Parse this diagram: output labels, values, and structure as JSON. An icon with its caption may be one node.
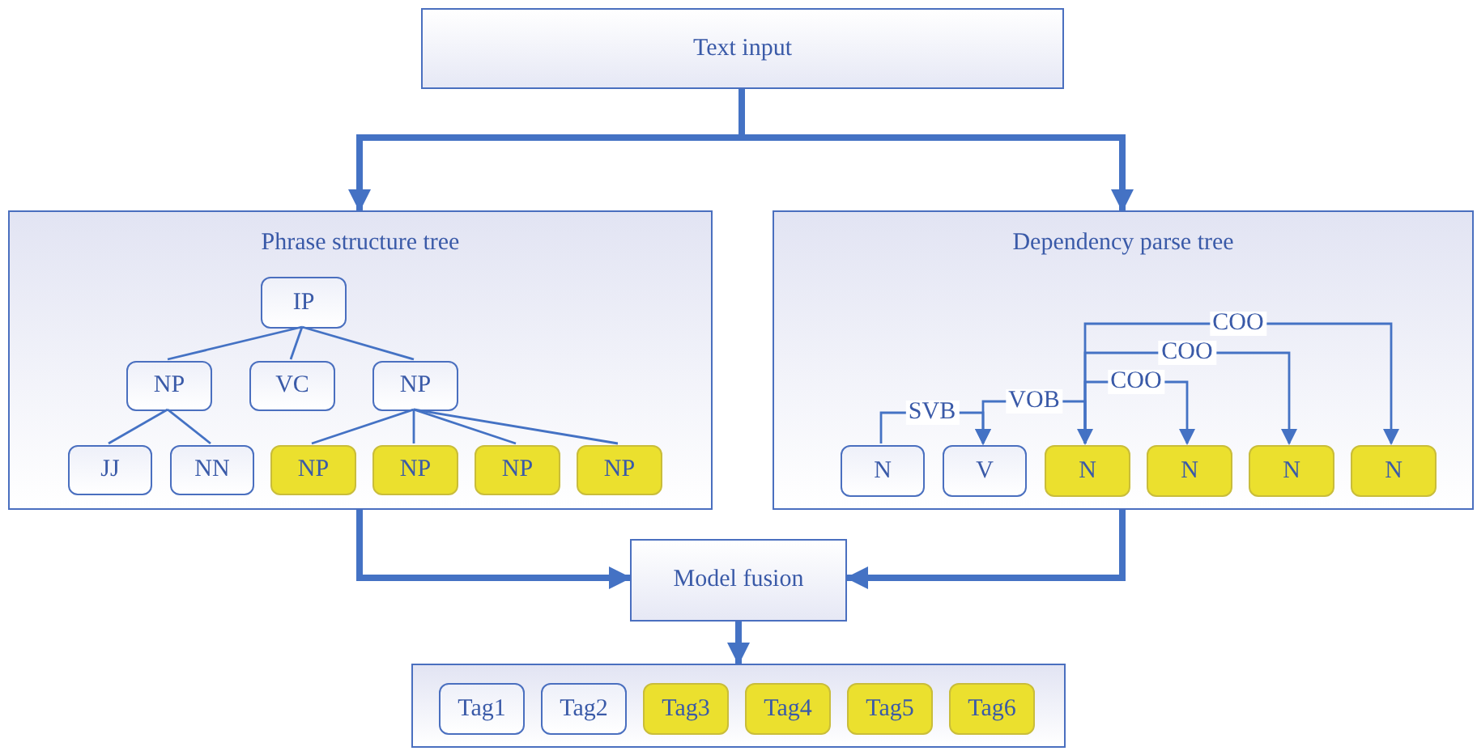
{
  "diagram": {
    "nodes": [
      {
        "text": [
          "Text input"
        ]
      },
      {
        "text": [
          "Phrase structure tree"
        ]
      },
      {
        "text": [
          "IP"
        ],
        "in": 1
      },
      {
        "text": [
          "NP"
        ],
        "in": 1
      },
      {
        "text": [
          "VC"
        ],
        "in": 1
      },
      {
        "text": [
          "NP"
        ],
        "in": 1
      },
      {
        "text": [
          "JJ"
        ],
        "in": 1
      },
      {
        "text": [
          "NN"
        ],
        "in": 1
      },
      {
        "text": [
          "NP"
        ],
        "in": 1
      },
      {
        "text": [
          "NP"
        ],
        "in": 1
      },
      {
        "text": [
          "NP"
        ],
        "in": 1
      },
      {
        "text": [
          "NP"
        ],
        "in": 1
      },
      {
        "text": [
          "Dependency parse tree"
        ]
      },
      {
        "text": [
          "N"
        ],
        "in": 12
      },
      {
        "text": [
          "V"
        ],
        "in": 12
      },
      {
        "text": [
          "N"
        ],
        "in": 12
      },
      {
        "text": [
          "N"
        ],
        "in": 12
      },
      {
        "text": [
          "N"
        ],
        "in": 12
      },
      {
        "text": [
          "N"
        ],
        "in": 12
      },
      {
        "text": [
          "Model fusion"
        ]
      },
      {
        "text": [],
        "shape": "box"
      },
      {
        "text": [
          "Tag1"
        ],
        "in": 20
      },
      {
        "text": [
          "Tag2"
        ],
        "in": 20
      },
      {
        "text": [
          "Tag3"
        ],
        "in": 20
      },
      {
        "text": [
          "Tag4"
        ],
        "in": 20
      },
      {
        "text": [
          "Tag5"
        ],
        "in": 20
      },
      {
        "text": [
          "Tag6"
        ],
        "in": 20
      }
    ],
    "edges": [
      {
        "from": 0,
        "to": 1,
        "arrow": "to",
        "style": "thick"
      },
      {
        "from": 0,
        "to": 12,
        "arrow": "to",
        "style": "thick"
      },
      {
        "from": 1,
        "to": 19,
        "arrow": "to",
        "style": "thick"
      },
      {
        "from": 12,
        "to": 19,
        "arrow": "to",
        "style": "thick"
      },
      {
        "from": 19,
        "to": 20,
        "arrow": "to",
        "style": "thick"
      },
      {
        "from": 2,
        "to": 3,
        "arrow": "none"
      },
      {
        "from": 2,
        "to": 4,
        "arrow": "none"
      },
      {
        "from": 2,
        "to": 5,
        "arrow": "none"
      },
      {
        "from": 3,
        "to": 6,
        "arrow": "none"
      },
      {
        "from": 3,
        "to": 7,
        "arrow": "none"
      },
      {
        "from": 5,
        "to": 8,
        "arrow": "none"
      },
      {
        "from": 5,
        "to": 9,
        "arrow": "none"
      },
      {
        "from": 5,
        "to": 10,
        "arrow": "none"
      },
      {
        "from": 5,
        "to": 11,
        "arrow": "none"
      },
      {
        "from": 13,
        "to": 14,
        "arrow": "to",
        "label": "SVB"
      },
      {
        "from": 14,
        "to": 15,
        "arrow": "both",
        "label": "VOB"
      },
      {
        "from": 15,
        "to": 16,
        "arrow": "to",
        "label": "COO"
      },
      {
        "from": 15,
        "to": 17,
        "arrow": "to",
        "label": "COO"
      },
      {
        "from": 15,
        "to": 18,
        "arrow": "to",
        "label": "COO"
      }
    ]
  }
}
